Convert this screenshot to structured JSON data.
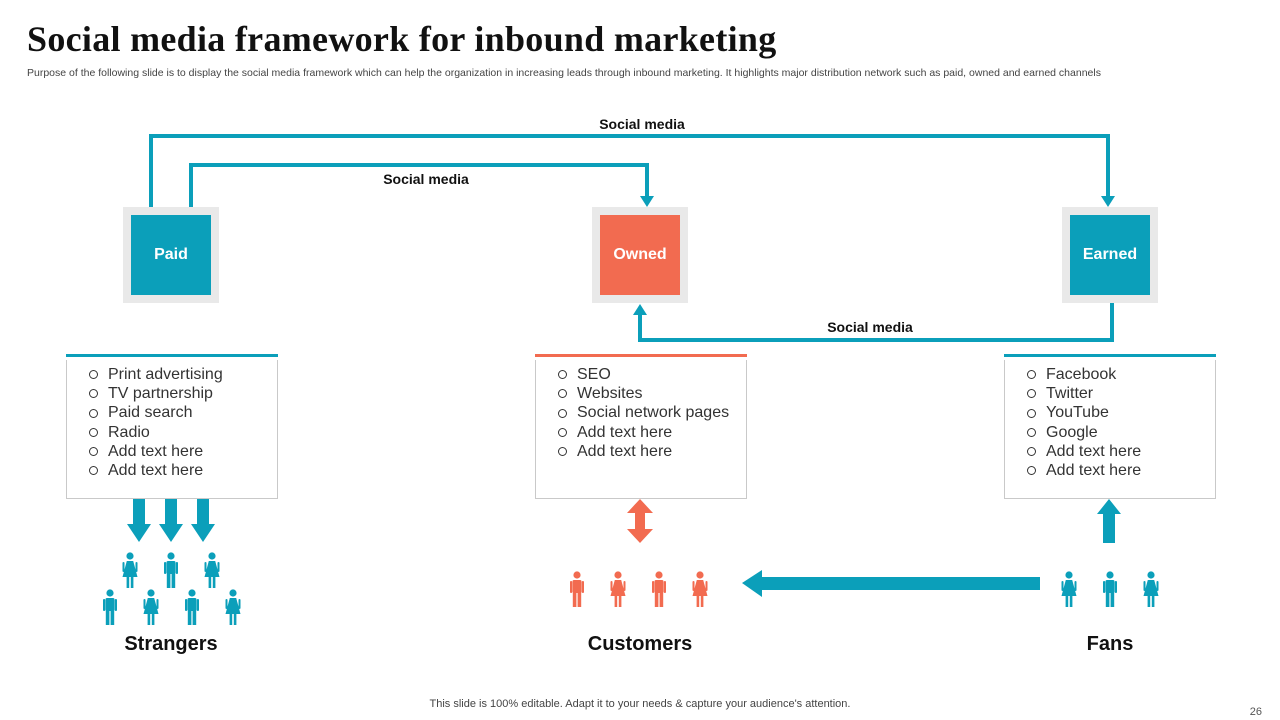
{
  "title": "Social media framework for inbound marketing",
  "subtitle": "Purpose of the following slide is to display the social media framework which can help the organization in increasing leads through inbound marketing. It highlights major distribution network such as paid, owned and earned channels",
  "colors": {
    "teal": "#0b9fba",
    "coral": "#f26b50"
  },
  "channels": {
    "paid": "Paid",
    "owned": "Owned",
    "earned": "Earned"
  },
  "connections": {
    "top": "Social media",
    "middle": "Social media",
    "bottom": "Social media"
  },
  "lists": {
    "paid": [
      "Print advertising",
      "TV partnership",
      "Paid search",
      "Radio",
      "Add text here",
      "Add text here"
    ],
    "owned": [
      "SEO",
      "Websites",
      "Social network pages",
      "Add text here",
      "Add text here"
    ],
    "earned": [
      "Facebook",
      "Twitter",
      "YouTube",
      "Google",
      "Add text here",
      "Add text here"
    ]
  },
  "groups": {
    "strangers": "Strangers",
    "customers": "Customers",
    "fans": "Fans"
  },
  "icons": [
    "arrow-down-icon",
    "double-arrow-icon",
    "arrow-up-icon",
    "arrow-left-icon",
    "person-male-icon",
    "person-female-icon"
  ],
  "footer": "This slide is 100% editable. Adapt it to your needs & capture your audience's attention.",
  "page_number": "26"
}
